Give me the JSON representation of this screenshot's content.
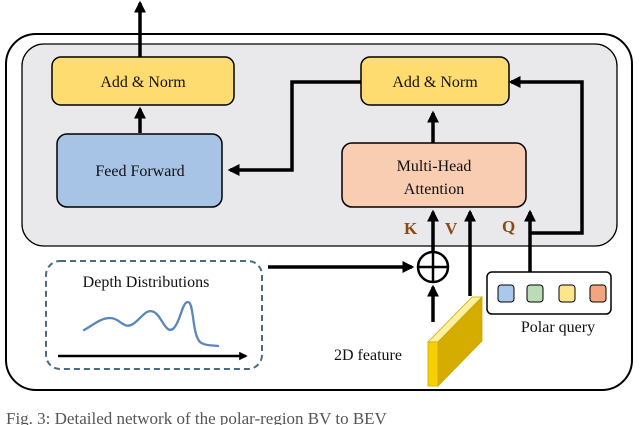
{
  "blocks": {
    "add_norm_left": "Add & Norm",
    "add_norm_right": "Add & Norm",
    "feed_forward": "Feed Forward",
    "mha_line1": "Multi-Head",
    "mha_line2": "Attention"
  },
  "inputs": {
    "k_label": "K",
    "v_label": "V",
    "q_label": "Q",
    "depth_title": "Depth Distributions",
    "feature_label": "2D feature",
    "polar_label": "Polar query"
  },
  "caption": "Fig. 3:  Detailed network of the polar-region BV to BEV",
  "colors": {
    "add_norm_fill": "#fedc6f",
    "feed_forward_fill": "#a7c4e6",
    "mha_fill": "#f8cdb1",
    "panel_fill": "#e9e9ec",
    "dashed_border": "#4a6b82",
    "feature_fill": "#f7d000",
    "query_tokens": [
      "#a9c8ec",
      "#b9deb5",
      "#fde58c",
      "#f3a57e"
    ]
  }
}
